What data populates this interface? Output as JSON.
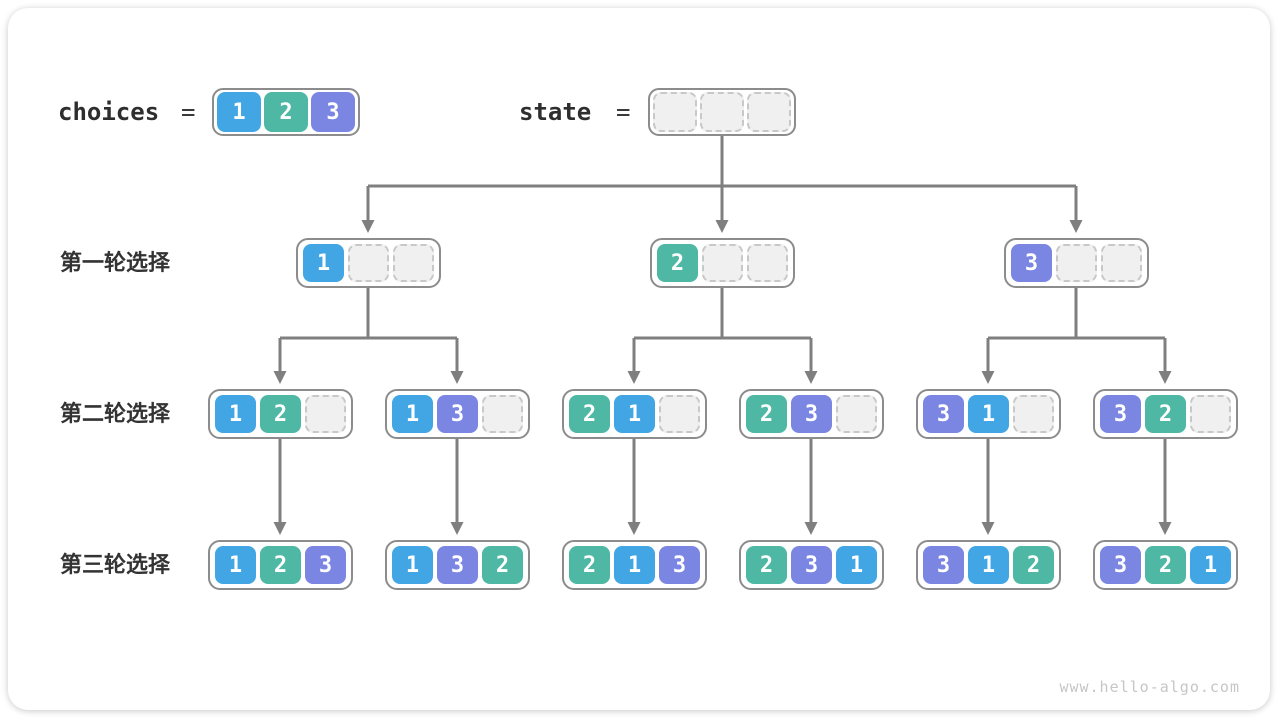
{
  "colors": {
    "v1": "#42a6e5",
    "v2": "#4eb8a5",
    "v3": "#7a86e2"
  },
  "header": {
    "choices_label": "choices",
    "choices_equals": "=",
    "choices": [
      1,
      2,
      3
    ],
    "state_label": "state",
    "state_equals": "=",
    "state": [
      null,
      null,
      null
    ]
  },
  "rows": [
    {
      "label": "第一轮选择",
      "nodes": [
        [
          1,
          null,
          null
        ],
        [
          2,
          null,
          null
        ],
        [
          3,
          null,
          null
        ]
      ]
    },
    {
      "label": "第二轮选择",
      "nodes": [
        [
          1,
          2,
          null
        ],
        [
          1,
          3,
          null
        ],
        [
          2,
          1,
          null
        ],
        [
          2,
          3,
          null
        ],
        [
          3,
          1,
          null
        ],
        [
          3,
          2,
          null
        ]
      ]
    },
    {
      "label": "第三轮选择",
      "nodes": [
        [
          1,
          2,
          3
        ],
        [
          1,
          3,
          2
        ],
        [
          2,
          1,
          3
        ],
        [
          2,
          3,
          1
        ],
        [
          3,
          1,
          2
        ],
        [
          3,
          2,
          1
        ]
      ]
    }
  ],
  "footer": {
    "watermark": "www.hello-algo.com"
  }
}
